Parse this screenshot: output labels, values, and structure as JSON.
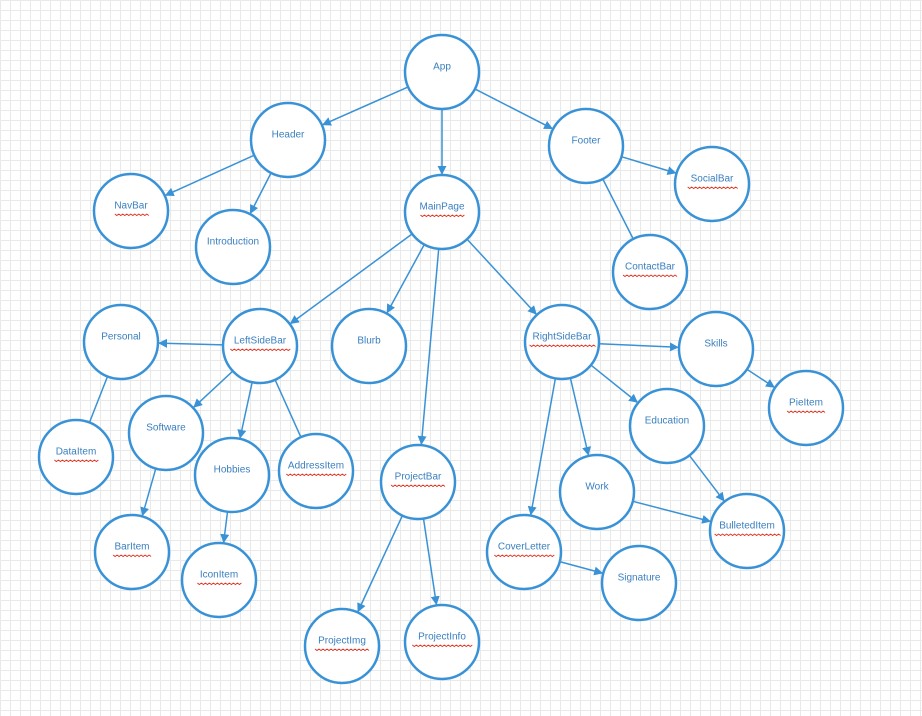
{
  "colors": {
    "node_stroke": "#3a92d6",
    "edge": "#3a92d6",
    "label": "#3a7fbf",
    "spellcheck": "#e0301e"
  },
  "nodes": [
    {
      "id": "app",
      "label": "App",
      "spell": false
    },
    {
      "id": "header",
      "label": "Header",
      "spell": false
    },
    {
      "id": "mainpage",
      "label": "MainPage",
      "spell": true
    },
    {
      "id": "footer",
      "label": "Footer",
      "spell": false
    },
    {
      "id": "navbar",
      "label": "NavBar",
      "spell": true
    },
    {
      "id": "introduction",
      "label": "Introduction",
      "spell": false
    },
    {
      "id": "socialbar",
      "label": "SocialBar",
      "spell": true
    },
    {
      "id": "contactbar",
      "label": "ContactBar",
      "spell": true
    },
    {
      "id": "leftsidebar",
      "label": "LeftSideBar",
      "spell": true
    },
    {
      "id": "blurb",
      "label": "Blurb",
      "spell": false
    },
    {
      "id": "rightsidebar",
      "label": "RightSideBar",
      "spell": true
    },
    {
      "id": "personal",
      "label": "Personal",
      "spell": false
    },
    {
      "id": "software",
      "label": "Software",
      "spell": false
    },
    {
      "id": "hobbies",
      "label": "Hobbies",
      "spell": false
    },
    {
      "id": "addressitem",
      "label": "AddressItem",
      "spell": true
    },
    {
      "id": "dataitem",
      "label": "DataItem",
      "spell": true
    },
    {
      "id": "baritem",
      "label": "BarItem",
      "spell": true
    },
    {
      "id": "iconitem",
      "label": "IconItem",
      "spell": true
    },
    {
      "id": "projectbar",
      "label": "ProjectBar",
      "spell": true
    },
    {
      "id": "projectimg",
      "label": "ProjectImg",
      "spell": true
    },
    {
      "id": "projectinfo",
      "label": "ProjectInfo",
      "spell": true
    },
    {
      "id": "skills",
      "label": "Skills",
      "spell": false
    },
    {
      "id": "pieitem",
      "label": "PieItem",
      "spell": true
    },
    {
      "id": "education",
      "label": "Education",
      "spell": false
    },
    {
      "id": "work",
      "label": "Work",
      "spell": false
    },
    {
      "id": "bulleteditem",
      "label": "BulletedItem",
      "spell": true
    },
    {
      "id": "coverletter",
      "label": "CoverLetter",
      "spell": true
    },
    {
      "id": "signature",
      "label": "Signature",
      "spell": false
    }
  ],
  "edges": [
    {
      "from": "app",
      "to": "header",
      "arrow": true
    },
    {
      "from": "app",
      "to": "mainpage",
      "arrow": true
    },
    {
      "from": "app",
      "to": "footer",
      "arrow": true
    },
    {
      "from": "header",
      "to": "navbar",
      "arrow": true
    },
    {
      "from": "header",
      "to": "introduction",
      "arrow": true
    },
    {
      "from": "footer",
      "to": "socialbar",
      "arrow": true
    },
    {
      "from": "footer",
      "to": "contactbar",
      "arrow": false
    },
    {
      "from": "mainpage",
      "to": "leftsidebar",
      "arrow": true
    },
    {
      "from": "mainpage",
      "to": "blurb",
      "arrow": true
    },
    {
      "from": "mainpage",
      "to": "rightsidebar",
      "arrow": true
    },
    {
      "from": "mainpage",
      "to": "projectbar",
      "arrow": true
    },
    {
      "from": "leftsidebar",
      "to": "personal",
      "arrow": true
    },
    {
      "from": "leftsidebar",
      "to": "software",
      "arrow": true
    },
    {
      "from": "leftsidebar",
      "to": "hobbies",
      "arrow": true
    },
    {
      "from": "leftsidebar",
      "to": "addressitem",
      "arrow": false
    },
    {
      "from": "personal",
      "to": "dataitem",
      "arrow": false
    },
    {
      "from": "software",
      "to": "baritem",
      "arrow": true
    },
    {
      "from": "hobbies",
      "to": "iconitem",
      "arrow": true
    },
    {
      "from": "projectbar",
      "to": "projectimg",
      "arrow": true
    },
    {
      "from": "projectbar",
      "to": "projectinfo",
      "arrow": true
    },
    {
      "from": "rightsidebar",
      "to": "skills",
      "arrow": true
    },
    {
      "from": "rightsidebar",
      "to": "education",
      "arrow": true
    },
    {
      "from": "rightsidebar",
      "to": "work",
      "arrow": true
    },
    {
      "from": "rightsidebar",
      "to": "coverletter",
      "arrow": true
    },
    {
      "from": "skills",
      "to": "pieitem",
      "arrow": true
    },
    {
      "from": "education",
      "to": "bulleteditem",
      "arrow": true
    },
    {
      "from": "work",
      "to": "bulleteditem",
      "arrow": true
    },
    {
      "from": "coverletter",
      "to": "signature",
      "arrow": true
    }
  ]
}
